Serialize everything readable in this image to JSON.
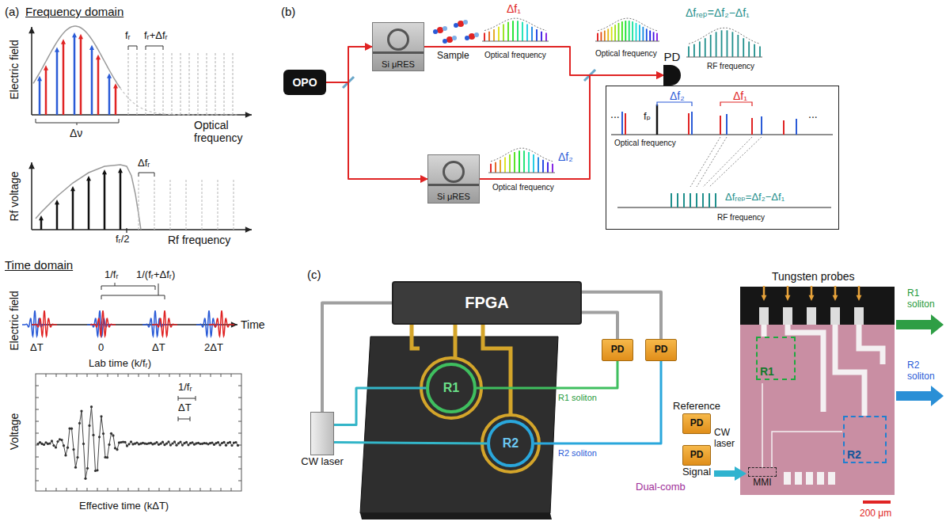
{
  "diagram": {
    "nodes": [
      {
        "text": [
          "OPO"
        ]
      },
      {
        "text": [
          "Si μRES"
        ]
      },
      {
        "text": [
          "Si μRES"
        ]
      },
      {
        "text": [
          "PD"
        ]
      },
      {
        "text": [
          "Δf₂",
          "Δf₁",
          "fₚ",
          "...",
          "...",
          "Optical frequency",
          "Δfᵣₑₚ=Δf₂−Δf₁",
          "RF frequency"
        ]
      },
      {
        "text": [
          "FPGA"
        ]
      },
      {
        "text": [
          "R1"
        ]
      },
      {
        "text": [
          "R2"
        ]
      },
      {
        "text": [
          "PD"
        ]
      },
      {
        "text": [
          "PD"
        ]
      },
      {
        "text": [
          "Reference",
          "PD"
        ]
      },
      {
        "text": [
          "PD",
          "Signal"
        ]
      },
      {
        "text": [
          "CW laser"
        ]
      },
      {
        "text": [
          "R1"
        ]
      },
      {
        "text": [
          "R2"
        ]
      },
      {
        "text": [
          "MMI"
        ]
      }
    ],
    "edges": [
      {
        "from": 0,
        "to": 1,
        "arrow": "to"
      },
      {
        "from": 0,
        "to": 2,
        "arrow": "to"
      },
      {
        "from": 1,
        "to": 3,
        "arrow": "to"
      },
      {
        "from": 2,
        "to": 3,
        "arrow": "to"
      },
      {
        "from": 12,
        "to": 6,
        "arrow": "none"
      },
      {
        "from": 12,
        "to": 7,
        "arrow": "none"
      },
      {
        "from": 12,
        "to": 5,
        "arrow": "none"
      },
      {
        "from": 6,
        "to": 8,
        "arrow": "none"
      },
      {
        "from": 7,
        "to": 9,
        "arrow": "none"
      },
      {
        "from": 8,
        "to": 5,
        "arrow": "none"
      },
      {
        "from": 9,
        "to": 5,
        "arrow": "none"
      }
    ],
    "labels": [
      "(a)",
      "Frequency domain",
      "Electric field",
      "fᵣ",
      "fᵣ+Δfᵣ",
      "Δν",
      "Optical frequency",
      "Rf voltage",
      "Δfᵣ",
      "fᵣ/2",
      "Rf frequency",
      "Time domain",
      "Electric field",
      "1/fᵣ",
      "1/(fᵣ+Δfᵣ)",
      "Time",
      "ΔT",
      "0",
      "ΔT",
      "2ΔT",
      "Lab time (k/fᵣ)",
      "Voltage",
      "1/fᵣ",
      "ΔT",
      "Effective time (kΔT)",
      "(b)",
      "Sample",
      "Δf₁",
      "Optical frequency",
      "Optical frequency",
      "Δfᵣₑₚ=Δf₂−Δf₁",
      "RF frequency",
      "Δf₂",
      "Optical frequency",
      "(c)",
      "R1 soliton",
      "R2 soliton",
      "Dual-comb",
      "Tungsten probes",
      "R1 soliton",
      "R2 soliton",
      "CW laser",
      "200 μm"
    ]
  }
}
